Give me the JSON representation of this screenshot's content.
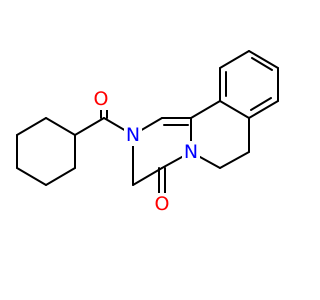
{
  "molecule": {
    "atoms": [
      {
        "id": "O1",
        "symbol": "O",
        "color": "#ff0000"
      },
      {
        "id": "N1",
        "symbol": "N",
        "color": "#0000ff"
      },
      {
        "id": "N2",
        "symbol": "N",
        "color": "#0000ff"
      },
      {
        "id": "O2",
        "symbol": "O",
        "color": "#ff0000"
      }
    ],
    "bond_color": "#000000",
    "background": "#ffffff"
  }
}
